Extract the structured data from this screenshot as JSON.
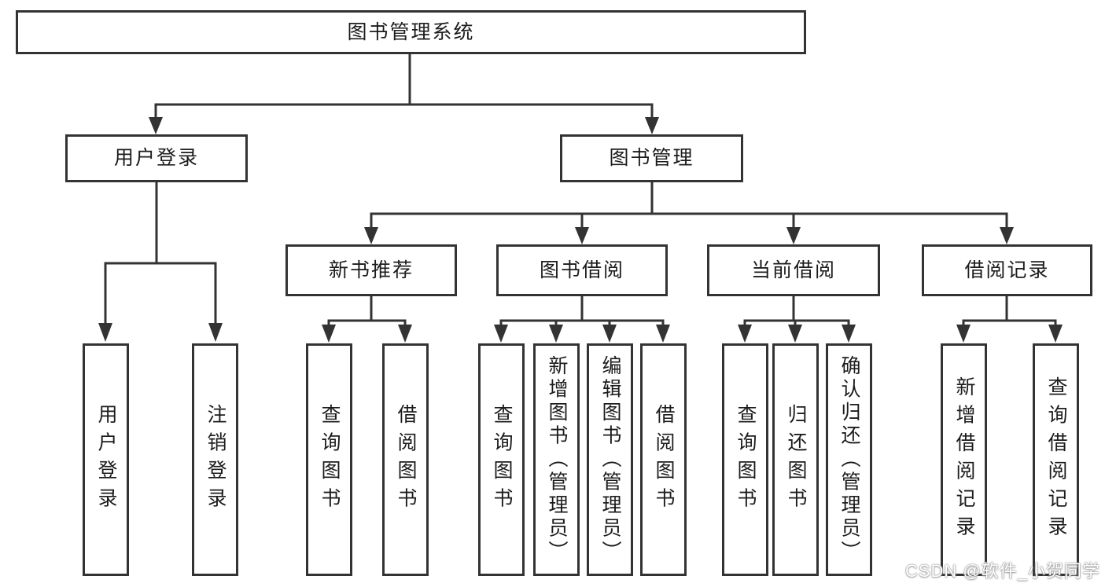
{
  "diagram": {
    "title": "图书管理系统",
    "tree": {
      "root": {
        "label": "图书管理系统"
      },
      "children": [
        {
          "label": "用户登录",
          "children": [
            {
              "label": "用户登录"
            },
            {
              "label": "注销登录"
            }
          ]
        },
        {
          "label": "图书管理",
          "children": [
            {
              "label": "新书推荐",
              "children": [
                {
                  "label": "查询图书"
                },
                {
                  "label": "借阅图书"
                }
              ]
            },
            {
              "label": "图书借阅",
              "children": [
                {
                  "label": "查询图书"
                },
                {
                  "label": "新增图书（管理员）"
                },
                {
                  "label": "编辑图书（管理员）"
                },
                {
                  "label": "借阅图书"
                }
              ]
            },
            {
              "label": "当前借阅",
              "children": [
                {
                  "label": "查询图书"
                },
                {
                  "label": "归还图书"
                },
                {
                  "label": "确认归还（管理员）"
                }
              ]
            },
            {
              "label": "借阅记录",
              "children": [
                {
                  "label": "新增借阅记录"
                },
                {
                  "label": "查询借阅记录"
                }
              ]
            }
          ]
        }
      ]
    },
    "colors": {
      "line": "#333333",
      "text": "#1c1c1c",
      "background": "#ffffff"
    }
  },
  "watermark": {
    "text": "CSDN @软件_小贺同学"
  }
}
